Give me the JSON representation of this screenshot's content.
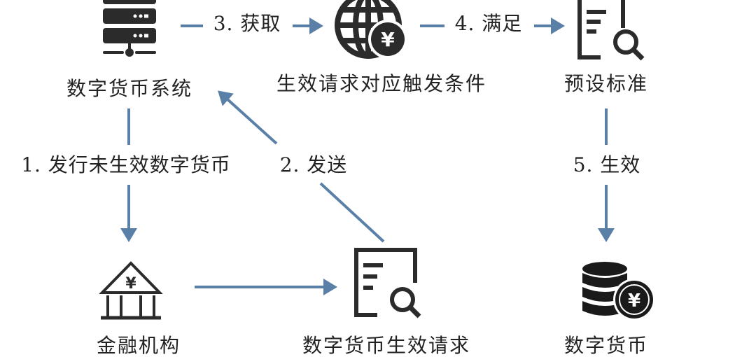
{
  "colors": {
    "arrow": "#5b80a8",
    "icon": "#2b2b2b"
  },
  "nodes": {
    "system": {
      "label": "数字货币系统",
      "icon": "server-icon"
    },
    "trigger": {
      "label": "生效请求对应触发条件",
      "icon": "globe-yen-icon"
    },
    "standard": {
      "label": "预设标准",
      "icon": "document-search-icon"
    },
    "institution": {
      "label": "金融机构",
      "icon": "bank-icon"
    },
    "request": {
      "label": "数字货币生效请求",
      "icon": "document-search-icon"
    },
    "currency": {
      "label": "数字货币",
      "icon": "coins-yen-icon"
    }
  },
  "edges": {
    "step1": "1. 发行未生效数字货币",
    "step2": "2. 发送",
    "step3": "3. 获取",
    "step4": "4. 满足",
    "step5": "5. 生效"
  },
  "symbols": {
    "yen": "¥"
  }
}
